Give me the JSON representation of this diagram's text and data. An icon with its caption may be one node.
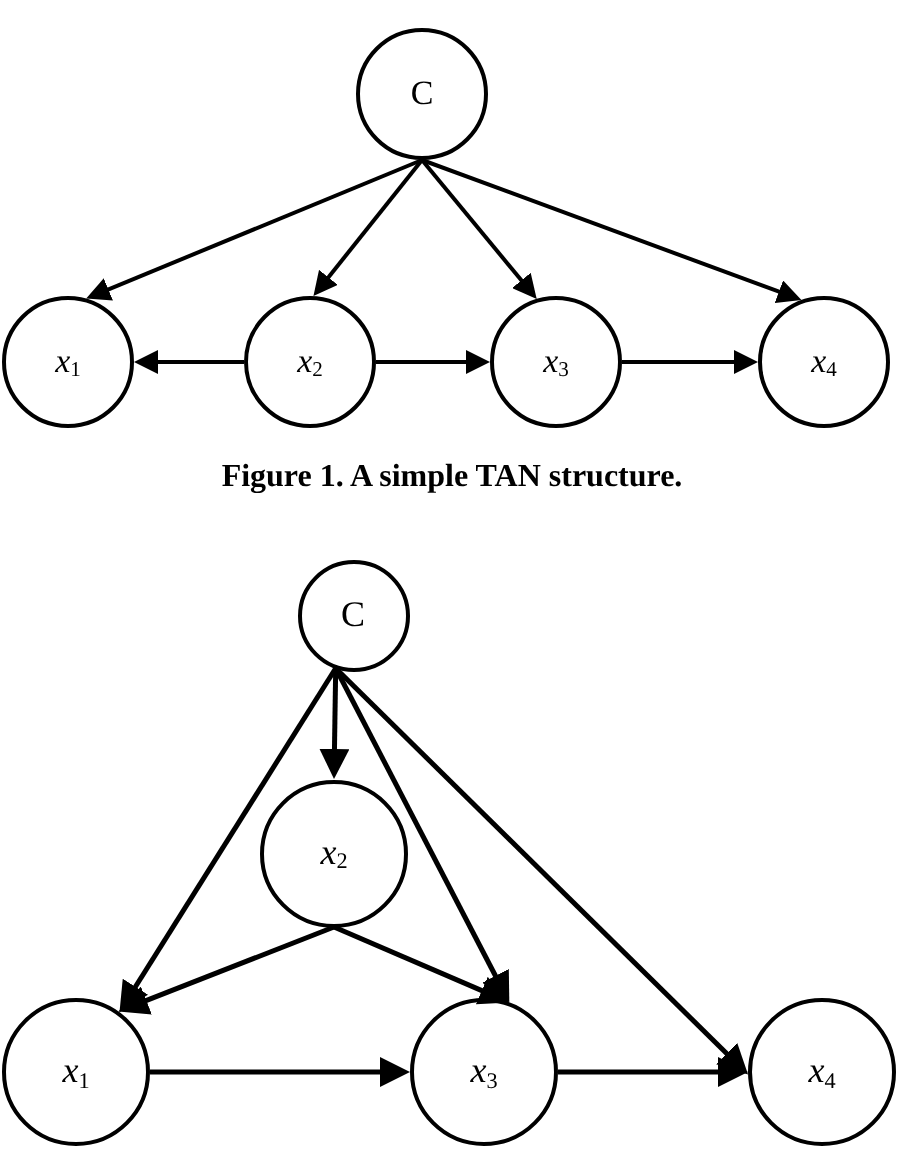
{
  "diagram": {
    "caption": "Figure 1. A simple TAN structure.",
    "nodes": [
      {
        "text": [
          "C"
        ]
      },
      {
        "text": [
          "*x*$_{1}$"
        ]
      },
      {
        "text": [
          "*x*$_{2}$"
        ]
      },
      {
        "text": [
          "*x*$_{3}$"
        ]
      },
      {
        "text": [
          "*x*$_{4}$"
        ]
      },
      {
        "text": [
          "C"
        ]
      },
      {
        "text": [
          "*x*$_{2}$"
        ]
      },
      {
        "text": [
          "*x*$_{1}$"
        ]
      },
      {
        "text": [
          "*x*$_{3}$"
        ]
      },
      {
        "text": [
          "*x*$_{4}$"
        ]
      }
    ],
    "edges": [
      {
        "from": 0,
        "to": 1,
        "arrow": "to"
      },
      {
        "from": 0,
        "to": 2,
        "arrow": "to"
      },
      {
        "from": 0,
        "to": 3,
        "arrow": "to"
      },
      {
        "from": 0,
        "to": 4,
        "arrow": "to"
      },
      {
        "from": 2,
        "to": 1,
        "arrow": "to"
      },
      {
        "from": 2,
        "to": 3,
        "arrow": "to"
      },
      {
        "from": 3,
        "to": 4,
        "arrow": "to"
      },
      {
        "from": 5,
        "to": 6,
        "arrow": "to"
      },
      {
        "from": 5,
        "to": 7,
        "arrow": "to"
      },
      {
        "from": 5,
        "to": 8,
        "arrow": "to"
      },
      {
        "from": 5,
        "to": 9,
        "arrow": "to"
      },
      {
        "from": 6,
        "to": 7,
        "arrow": "to"
      },
      {
        "from": 6,
        "to": 8,
        "arrow": "to"
      },
      {
        "from": 7,
        "to": 8,
        "arrow": "to"
      },
      {
        "from": 8,
        "to": 9,
        "arrow": "to"
      }
    ]
  }
}
